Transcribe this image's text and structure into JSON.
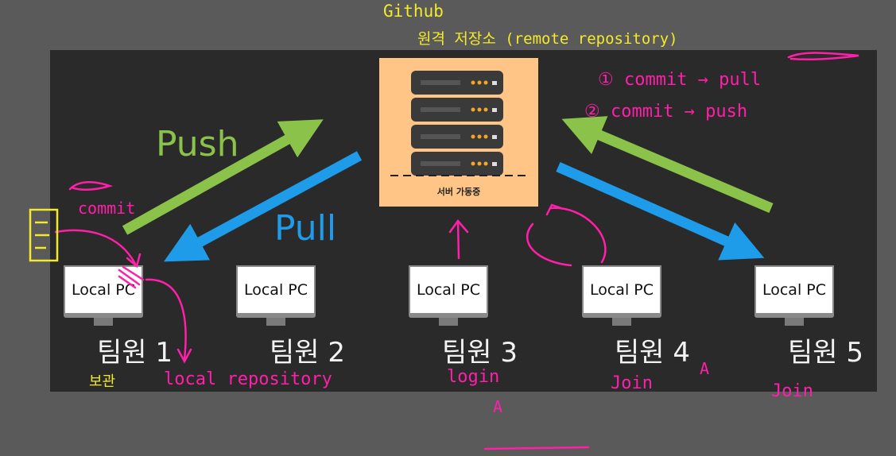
{
  "colors": {
    "background": "#5a5a5a",
    "board": "#2a2a2a",
    "server_panel": "#ffc586",
    "push_arrow": "#8bc34a",
    "pull_arrow": "#1e9be9",
    "annotation_pink": "#ff1fa8",
    "annotation_yellow": "#f3ea2a"
  },
  "labels": {
    "push": "Push",
    "pull": "Pull",
    "server_caption": "서버 가동중"
  },
  "computers": [
    {
      "screen": "Local PC",
      "member": "팀원 1"
    },
    {
      "screen": "Local PC",
      "member": "팀원 2"
    },
    {
      "screen": "Local PC",
      "member": "팀원 3"
    },
    {
      "screen": "Local PC",
      "member": "팀원 4"
    },
    {
      "screen": "Local PC",
      "member": "팀원 5"
    }
  ],
  "annotations": {
    "github": "Github",
    "remote_repo": "원격 저장소 (remote repository)",
    "step1": "① commit → pull",
    "step2": "② commit → push",
    "commit": "commit",
    "local_repo": "local repository",
    "login": "login",
    "join4": "Join",
    "join5": "Join",
    "note_a": "A",
    "note_b": "A",
    "bottom_left": "보관"
  },
  "icons": [
    "server-rack-icon",
    "document-icon",
    "monitor-icon"
  ]
}
